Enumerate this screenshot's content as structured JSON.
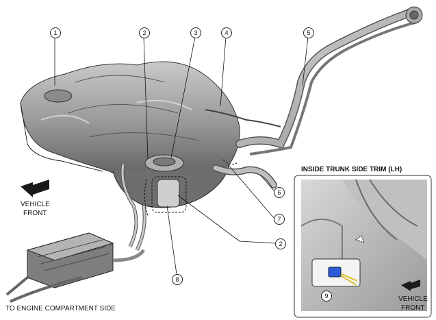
{
  "callouts": {
    "c1": "1",
    "c2_top": "2",
    "c3": "3",
    "c4": "4",
    "c5": "5",
    "c6": "6",
    "c7": "7",
    "c2_right": "2",
    "c8": "8",
    "c9": "9"
  },
  "labels": {
    "vehicle_front_left_line1": "VEHICLE",
    "vehicle_front_left_line2": "FRONT",
    "inset_title": "INSIDE TRUNK SIDE TRIM (LH)",
    "vehicle_front_inset_line1": "VEHICLE",
    "vehicle_front_inset_line2": "FRONT",
    "engine_side": "TO ENGINE COMPARTMENT SIDE"
  },
  "icons": [
    "direction-arrow-icon",
    "direction-arrow-icon"
  ],
  "colors": {
    "connector": "#2a5bd7",
    "wire": "#d8c030",
    "metal": "#8c8c8c"
  }
}
